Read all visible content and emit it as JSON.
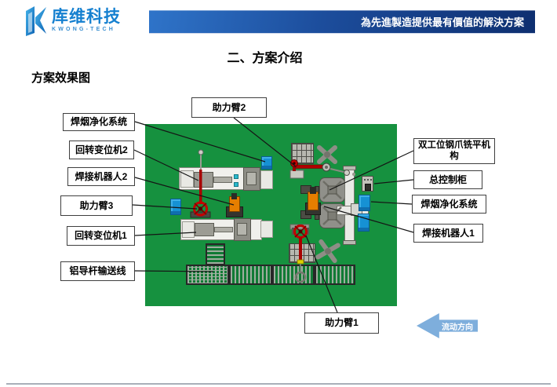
{
  "header": {
    "logo_name": "库维科技",
    "logo_sub": "KWONG-TECH",
    "banner": "為先進製造提供最有價值的解決方案"
  },
  "slide": {
    "title": "二、方案介绍",
    "subtitle": "方案效果图"
  },
  "callouts": {
    "fume_purifier_left": "焊烟净化系统",
    "positioner_2": "回转变位机2",
    "welding_robot_2": "焊接机器人2",
    "power_arm_3": "助力臂3",
    "positioner_1": "回转变位机1",
    "aluminum_rod_conveyor": "铝导杆输送线",
    "power_arm_2": "助力臂2",
    "dual_station_milling": "双工位钢爪铣平机构",
    "main_control_cabinet": "总控制柜",
    "fume_purifier_right": "焊烟净化系统",
    "welding_robot_1": "焊接机器人1",
    "power_arm_1": "助力臂1"
  },
  "flow": {
    "label": "流动方向"
  },
  "colors": {
    "board_green": "#16913F",
    "purifier_blue": "#1691D4",
    "arm_red": "#B00000",
    "robot_orange": "#E67E00",
    "banner_gradient_start": "#2F74C9",
    "banner_gradient_end": "#0E2F70",
    "flow_arrow_blue": "#7EAEDC",
    "logo_blue": "#1580D0"
  }
}
